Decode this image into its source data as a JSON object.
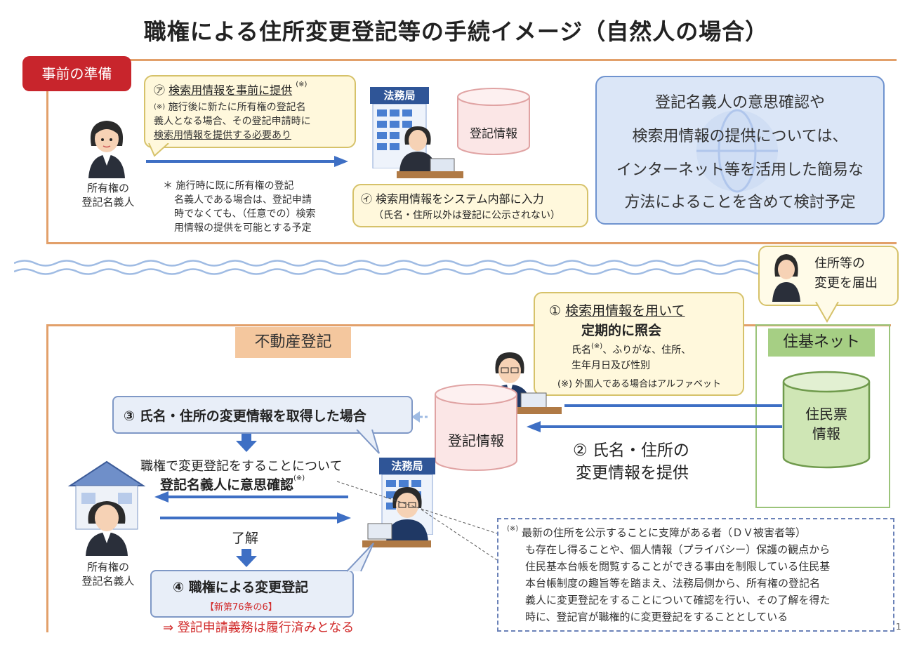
{
  "title": "職権による住所変更登記等の手続イメージ（自然人の場合）",
  "prep": {
    "badge": "事前の準備",
    "owner_label": [
      "所有権の",
      "登記名義人"
    ],
    "callout_a": {
      "heading_prefix": "㋐",
      "heading": "検索用情報を事前に提供",
      "heading_note": "(※)",
      "note_prefix": "(※)",
      "lines": [
        "施行後に新たに所有権の登記名",
        "義人となる場合、その登記申請時に",
        "検索用情報を提供する必要あり"
      ]
    },
    "note_star": "＊",
    "star_lines": [
      "施行時に既に所有権の登記",
      "名義人である場合は、登記申請",
      "時でなくても、（任意での）検索",
      "用情報の提供を可能とする予定"
    ],
    "houmukyoku": "法務局",
    "db_label": "登記情報",
    "callout_i": {
      "line1": "㋑ 検索用情報をシステム内部に入力",
      "line2": "（氏名・住所以外は登記に公示されない）"
    },
    "blue_box": [
      "登記名義人の意思確認や",
      "検索用情報の提供については、",
      "インターネット等を活用した簡易な",
      "方法によることを含めて検討予定"
    ]
  },
  "resident": {
    "label": [
      "住所等の",
      "変更を届出"
    ]
  },
  "main": {
    "badge": "不動産登記",
    "jukinet_badge": "住基ネット",
    "jumin_db": [
      "住民票",
      "情報"
    ],
    "db_label": "登記情報",
    "step1": {
      "num": "①",
      "line1": "検索用情報を用いて",
      "line2": "定期的に照会",
      "detail1": "氏名",
      "detail1_note": "(※)",
      "detail1_rest": "、ふりがな、住所、",
      "detail2": "生年月日及び性別",
      "footnote": "(※) 外国人である場合はアルファベット"
    },
    "step2": [
      "② 氏名・住所の",
      "変更情報を提供"
    ],
    "step3": "③ 氏名・住所の変更情報を取得した場合",
    "confirm_line1": "職権で変更登記をすることについて",
    "confirm_line2": "登記名義人に意思確認",
    "confirm_note": "(※)",
    "ryokai": "了解",
    "houmukyoku": "法務局",
    "owner_label": [
      "所有権の",
      "登記名義人"
    ],
    "step4": "④ 職権による変更登記",
    "step4_sub": "【新第76条の6】",
    "result": "⇒ 登記申請義務は履行済みとなる",
    "dashed_note_prefix": "(※)",
    "dashed_lines": [
      "最新の住所を公示することに支障がある者（ＤＶ被害者等）",
      "も存在し得ることや、個人情報（プライバシー）保護の観点から",
      "住民基本台帳を閲覧することができる事由を制限している住民基",
      "本台帳制度の趣旨等を踏まえ、法務局側から、所有権の登記名",
      "義人に変更登記をすることについて確認を行い、その了解を得た",
      "時に、登記官が職権的に変更登記をすることとしている"
    ],
    "page_number": "1"
  },
  "colors": {
    "frame": "#e2a06a",
    "badge_red": "#c8252c",
    "arrow_blue": "#3e6fc4",
    "callout_bg": "#fff8dc",
    "blue_box_bg": "#dbe6f7",
    "jukinet_green": "#a6cf84"
  }
}
